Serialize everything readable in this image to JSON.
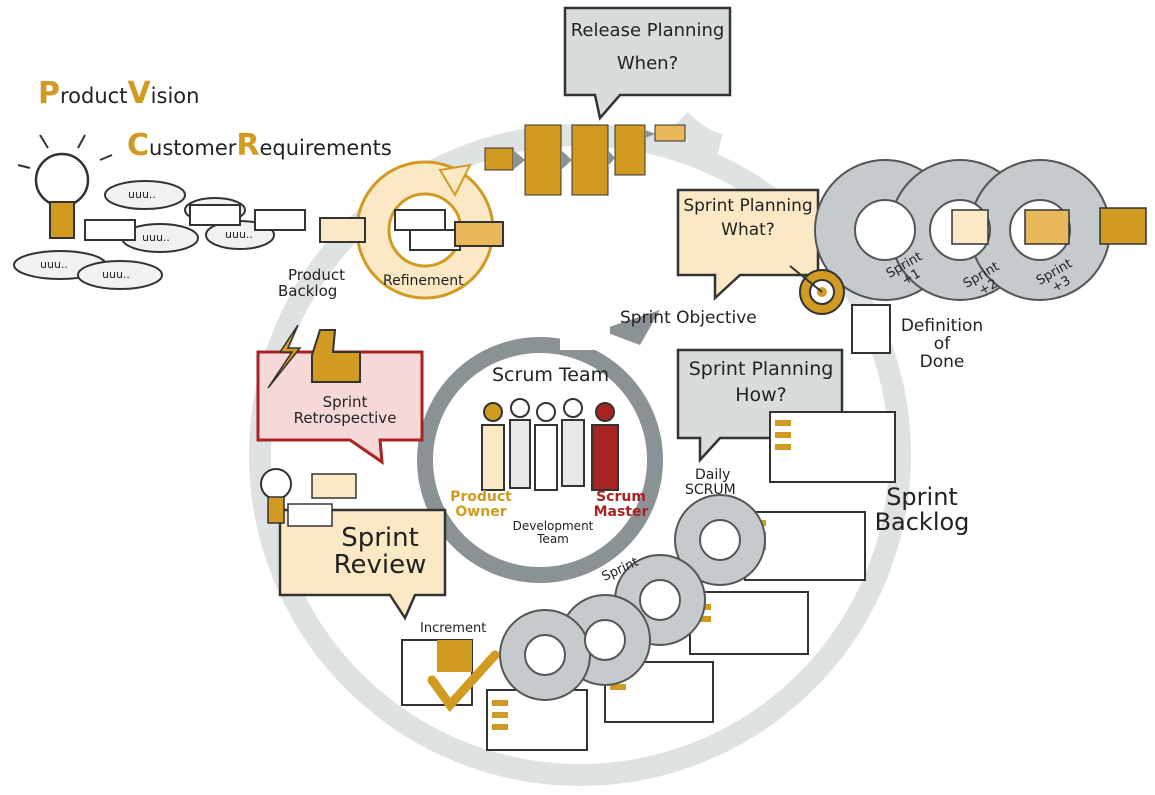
{
  "title_lines": {
    "product_vision_p": "P",
    "product_vision_rest": "roduct",
    "product_vision_v": "V",
    "product_vision_rest2": "ision",
    "customer_c": "C",
    "customer_rest": "ustomer",
    "customer_r": "R",
    "customer_rest2": "equirements"
  },
  "labels": {
    "product_backlog_1": "Product",
    "product_backlog_2": "Backlog",
    "refinement": "Refinement",
    "release_planning_1": "Release Planning",
    "release_planning_2": "When?",
    "sprint_planning_what_1": "Sprint Planning",
    "sprint_planning_what_2": "What?",
    "sprint_planning_how_1": "Sprint Planning",
    "sprint_planning_how_2": "How?",
    "sprint_objective": "Sprint Objective",
    "definition_of_done_1": "Definition",
    "definition_of_done_2": "of",
    "definition_of_done_3": "Done",
    "scrum_team": "Scrum Team",
    "product_owner_1": "Product",
    "product_owner_2": "Owner",
    "scrum_master_1": "Scrum",
    "scrum_master_2": "Master",
    "development_team_1": "Development",
    "development_team_2": "Team",
    "sprint_retrospective_1": "Sprint",
    "sprint_retrospective_2": "Retrospective",
    "sprint_review_1": "Sprint",
    "sprint_review_2": "Review",
    "daily_scrum_1": "Daily",
    "daily_scrum_2": "SCRUM",
    "sprint_backlog_1": "Sprint",
    "sprint_backlog_2": "Backlog",
    "sprint": "Sprint",
    "increment": "Increment",
    "sprint_plus1_1": "Sprint",
    "sprint_plus1_2": "+1",
    "sprint_plus2_1": "Sprint",
    "sprint_plus2_2": "+2",
    "sprint_plus3_1": "Sprint",
    "sprint_plus3_2": "+3"
  },
  "cloud_text": "uuu..",
  "colors": {
    "gold": "#d19a21",
    "gold_light": "#fbe8c4",
    "grey": "#8a9295",
    "grey_light": "#d9dcdd",
    "red": "#a82324",
    "pink": "#f7d8d8"
  }
}
